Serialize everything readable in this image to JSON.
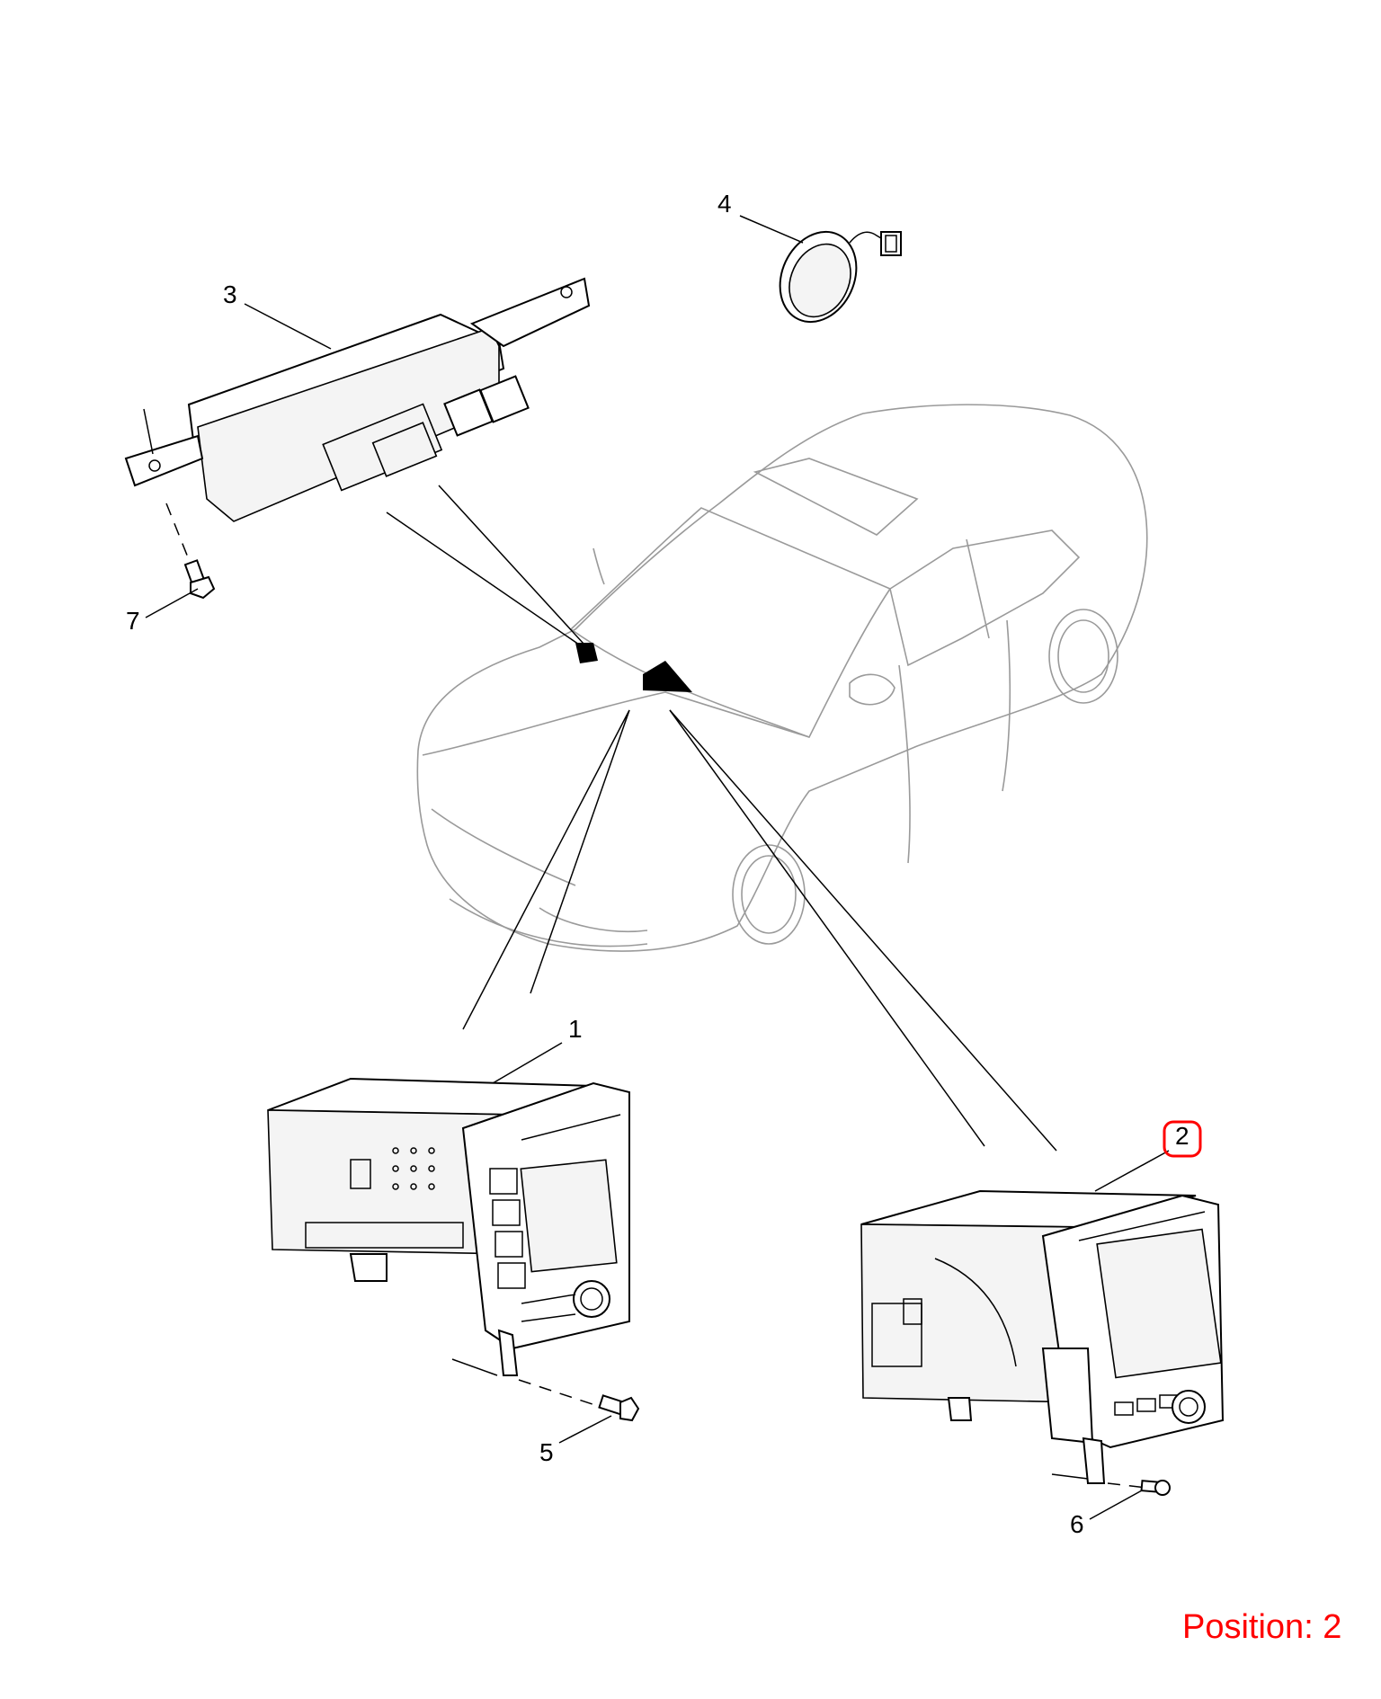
{
  "diagram": {
    "callouts": [
      "1",
      "2",
      "3",
      "4",
      "5",
      "6",
      "7"
    ],
    "selected_callout": "2",
    "highlight_color": "#ff0000",
    "position_label": "Position: 2"
  }
}
